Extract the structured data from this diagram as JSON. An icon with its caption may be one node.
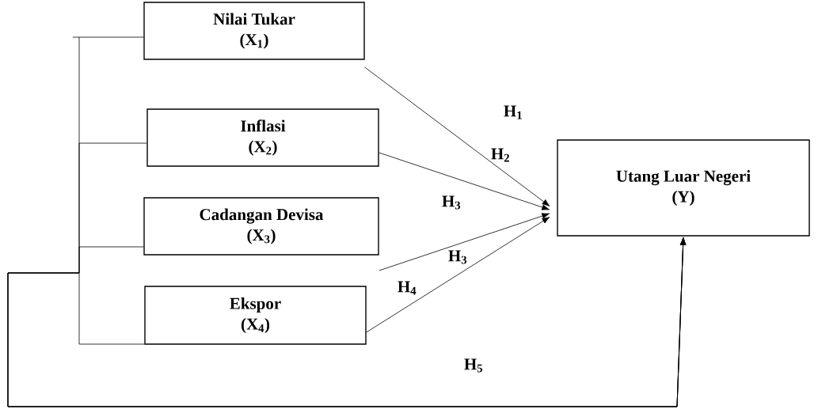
{
  "diagram": {
    "nodes": [
      {
        "text": [
          "Nilai Tukar",
          "(X$_{1}$)"
        ]
      },
      {
        "text": [
          "Inflasi",
          "(X$_{2}$)"
        ]
      },
      {
        "text": [
          "Cadangan Devisa",
          "(X$_{3}$)"
        ]
      },
      {
        "text": [
          "Ekspor",
          "(X$_{4}$)"
        ]
      },
      {
        "text": [
          "Utang Luar Negeri",
          "(Y)"
        ]
      }
    ],
    "edges": [
      {
        "from": 0,
        "to": 4,
        "arrow": "to"
      },
      {
        "from": 1,
        "to": 4,
        "arrow": "to"
      },
      {
        "from": 2,
        "to": 4,
        "arrow": "to"
      },
      {
        "from": 3,
        "to": 4,
        "arrow": "to"
      },
      {
        "from": 0,
        "to": 4,
        "arrow": "to"
      },
      {
        "from": 1,
        "to": 4,
        "arrow": "to"
      },
      {
        "from": 2,
        "to": 4,
        "arrow": "to"
      },
      {
        "from": 3,
        "to": 4,
        "arrow": "to"
      }
    ],
    "labels": [
      "H$_{1}$",
      "H$_{2}$",
      "H$_{3}$",
      "H$_{3}$",
      "H$_{4}$",
      "H$_{5}$"
    ]
  }
}
